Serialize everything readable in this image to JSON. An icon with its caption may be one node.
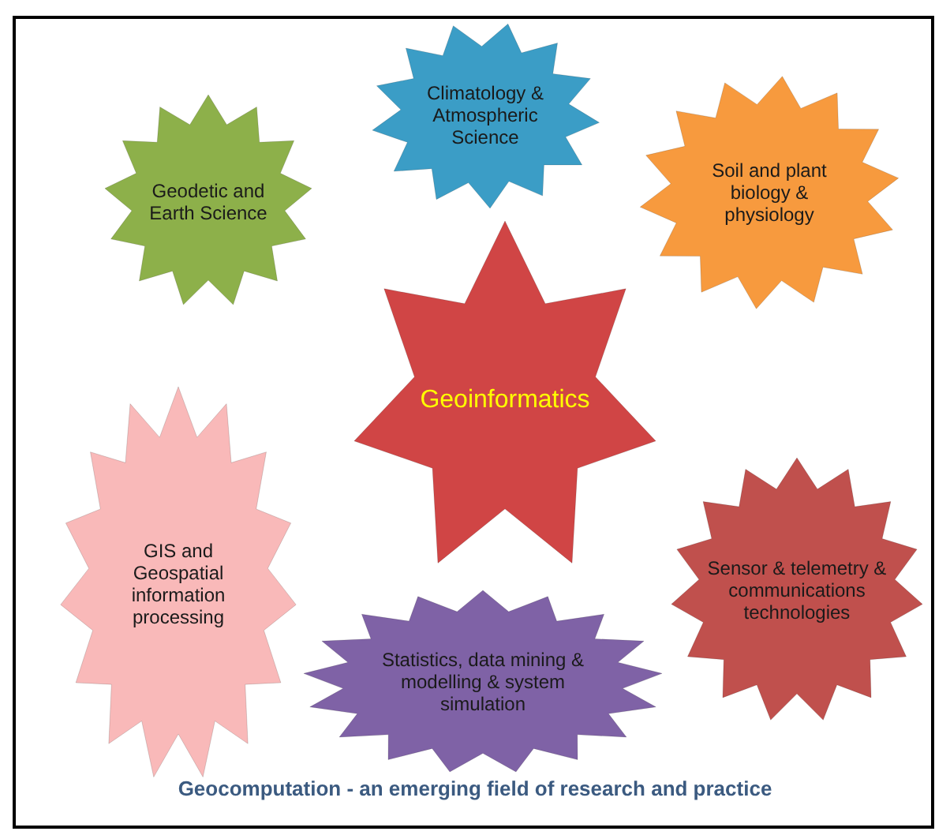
{
  "diagram": {
    "caption": "Geocomputation - an emerging field of research and practice",
    "nodes": [
      {
        "text": [
          "Climatology & Atmospheric Science"
        ]
      },
      {
        "text": [
          "Geodetic and Earth Science"
        ]
      },
      {
        "text": [
          "Soil and plant biology & physiology"
        ]
      },
      {
        "text": [
          "Geoinformatics"
        ]
      },
      {
        "text": [
          "Sensor  & telemetry & communications technologies"
        ]
      },
      {
        "text": [
          "GIS and Geospatial information processing"
        ]
      },
      {
        "text": [
          "Statistics, data mining & modelling & system simulation"
        ]
      }
    ]
  }
}
